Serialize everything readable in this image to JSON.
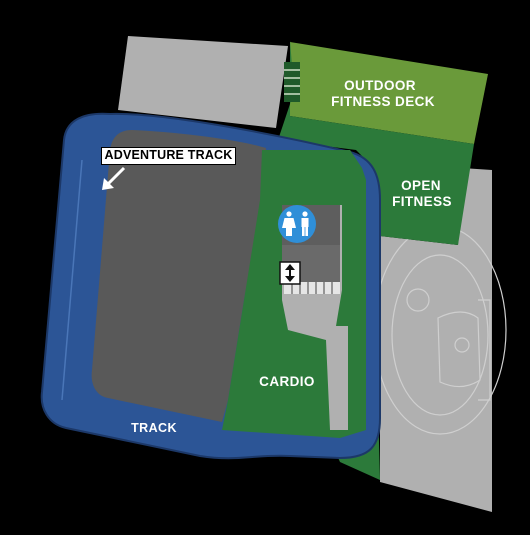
{
  "colors": {
    "background": "#000000",
    "track_blue": "#2c5596",
    "track_dark": "#1c3868",
    "field_gray": "#595959",
    "lot_gray": "#b0b0b0",
    "fitness_green": "#2c7a3a",
    "outdoor_deck_green": "#6a9a3a",
    "restroom_blue": "#2f8fd8"
  },
  "labels": {
    "outdoor_deck": [
      "OUTDOOR",
      "FITNESS DECK"
    ],
    "open_fitness": [
      "OPEN",
      "FITNESS"
    ],
    "cardio": "CARDIO",
    "track": "TRACK",
    "adventure_track": "ADVENTURE TRACK"
  },
  "icons": {
    "restroom": "restroom-icon",
    "elevator": "elevator-icon",
    "callout_arrow": "arrow-down-left-icon",
    "stairs": "stairs-icon"
  }
}
